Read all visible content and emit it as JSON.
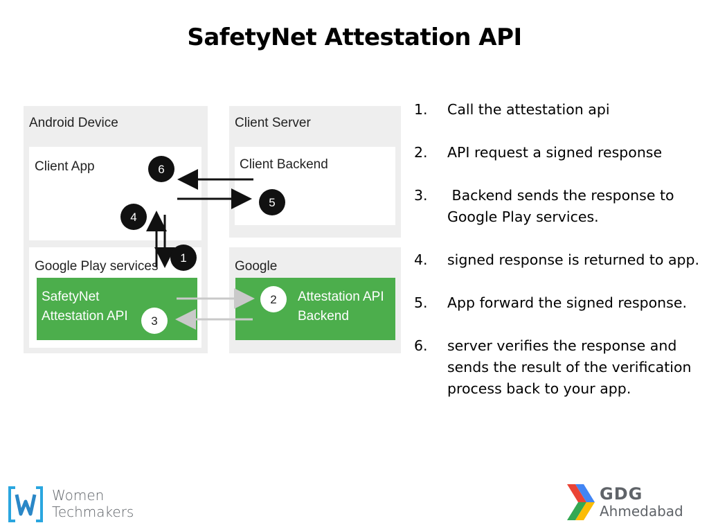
{
  "title": "SafetyNet Attestation API",
  "diagram": {
    "android_device": "Android Device",
    "client_app": "Client App",
    "google_play_services": "Google Play services",
    "safetynet_line1": "SafetyNet",
    "safetynet_line2": "Attestation API",
    "client_server": "Client Server",
    "client_backend": "Client Backend",
    "google": "Google",
    "attestation_backend_line1": "Attestation API",
    "attestation_backend_line2": "Backend",
    "badges": [
      "1",
      "2",
      "3",
      "4",
      "5",
      "6"
    ],
    "colors": {
      "green": "#4cae4c",
      "panel_gray": "#eeeeee",
      "badge_black": "#111111"
    }
  },
  "steps": [
    {
      "num": "1.",
      "text": "Call the attestation api"
    },
    {
      "num": "2.",
      "text": "API request a signed response"
    },
    {
      "num": "3.",
      "text": " Backend sends the response to Google Play services."
    },
    {
      "num": "4.",
      "text": "signed response is returned to app."
    },
    {
      "num": "5.",
      "text": "App forward the signed response."
    },
    {
      "num": "6.",
      "text": "server verifies the response and sends the result of the verification process back to your app."
    }
  ],
  "footer": {
    "wtm_line1": "Women",
    "wtm_line2": "Techmakers",
    "gdg_main": "GDG",
    "gdg_sub": "Ahmedabad"
  }
}
